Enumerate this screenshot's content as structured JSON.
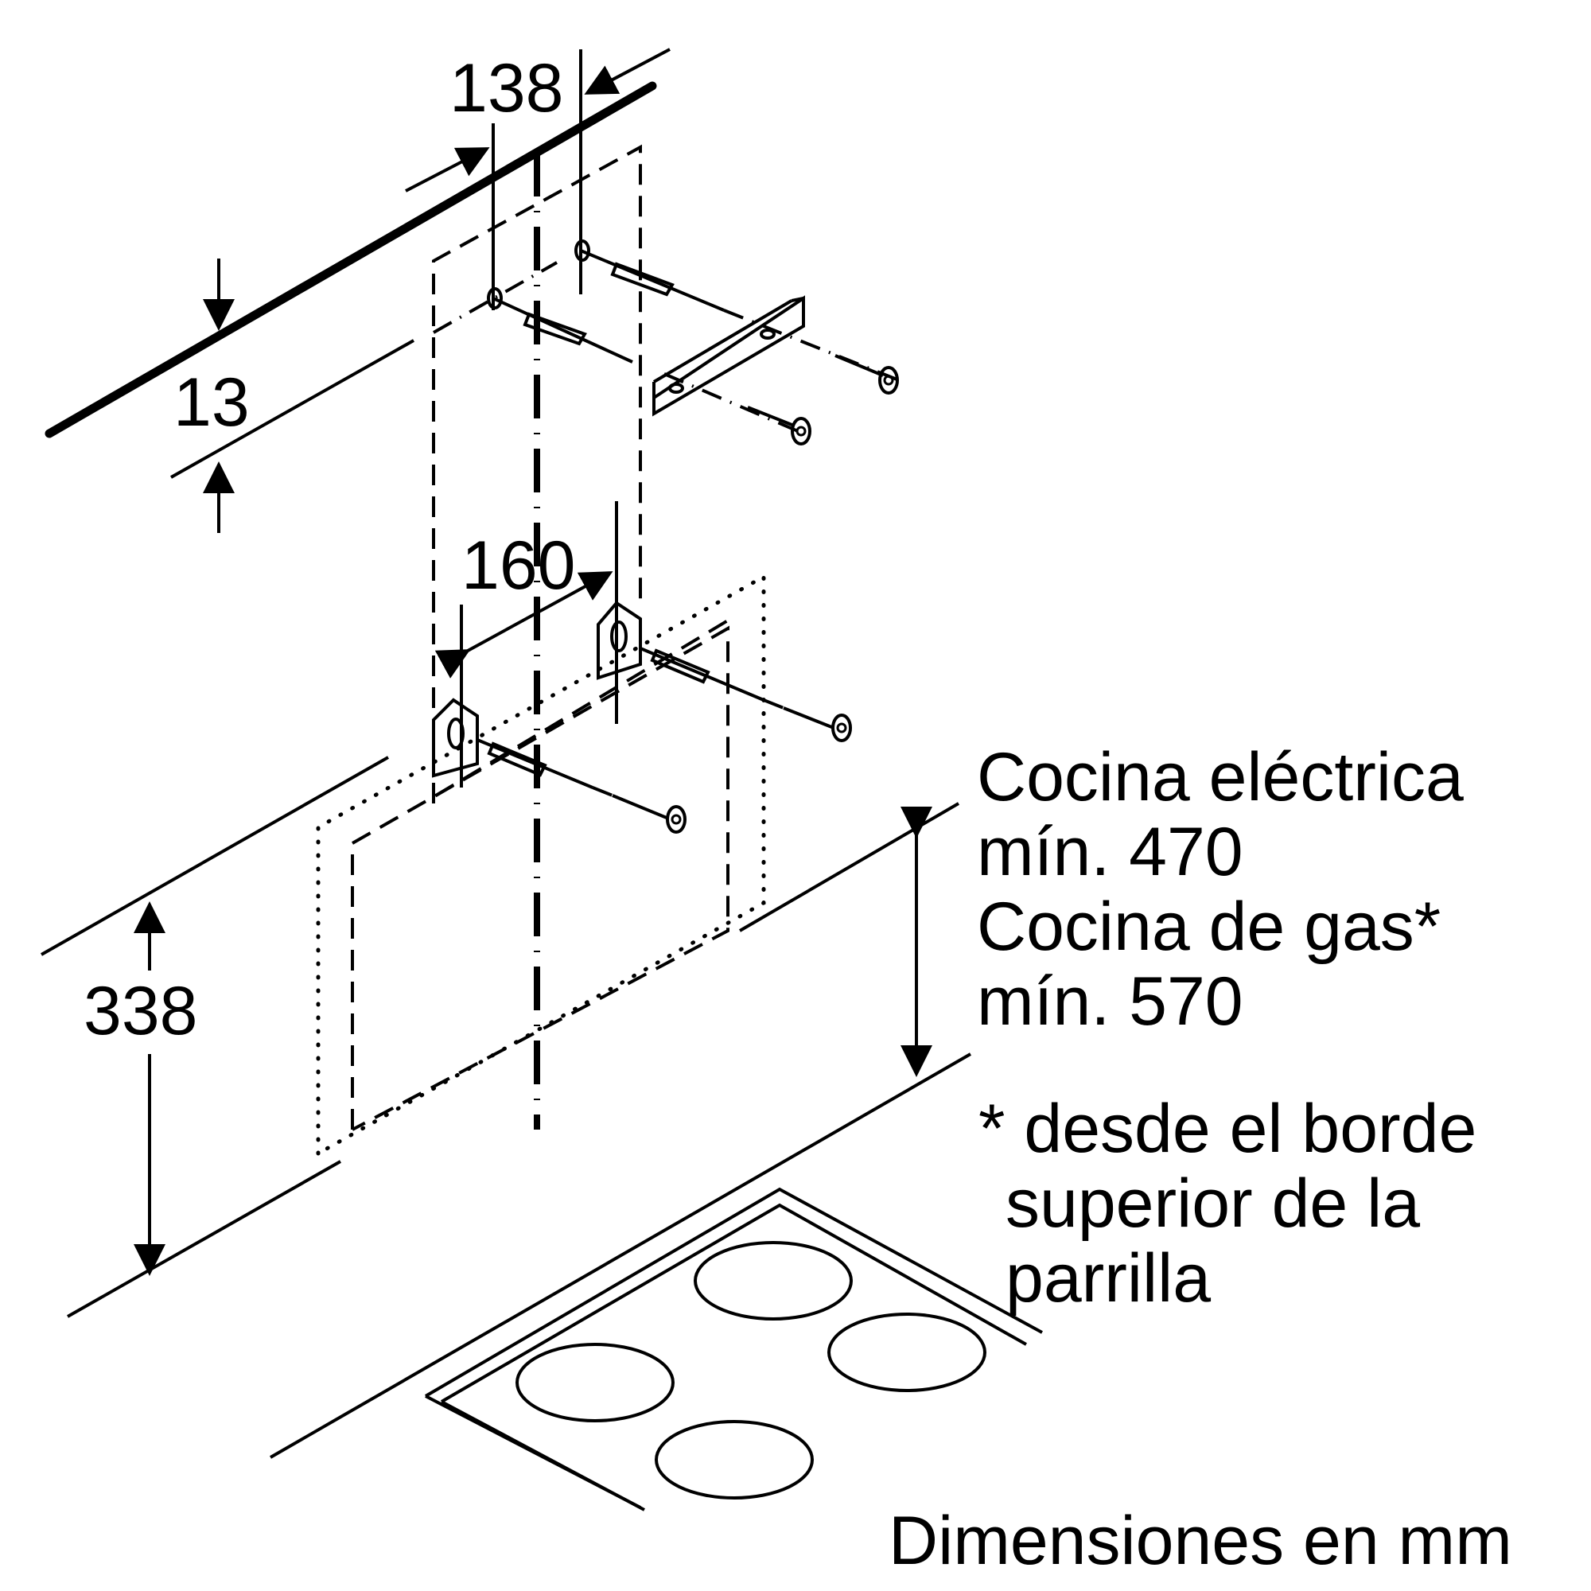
{
  "dimensions": {
    "bracket_spacing_top": "138",
    "top_offset": "13",
    "bracket_spacing_lower": "160",
    "height_to_bracket": "338"
  },
  "notes": {
    "electric_label": "Cocina eléctrica",
    "electric_min": "mín. 470",
    "gas_label": "Cocina de gas*",
    "gas_min": "mín. 570",
    "footnote_line1": "* desde el borde",
    "footnote_line2": "superior de la",
    "footnote_line3": "parrilla"
  },
  "units_note": "Dimensiones en mm"
}
